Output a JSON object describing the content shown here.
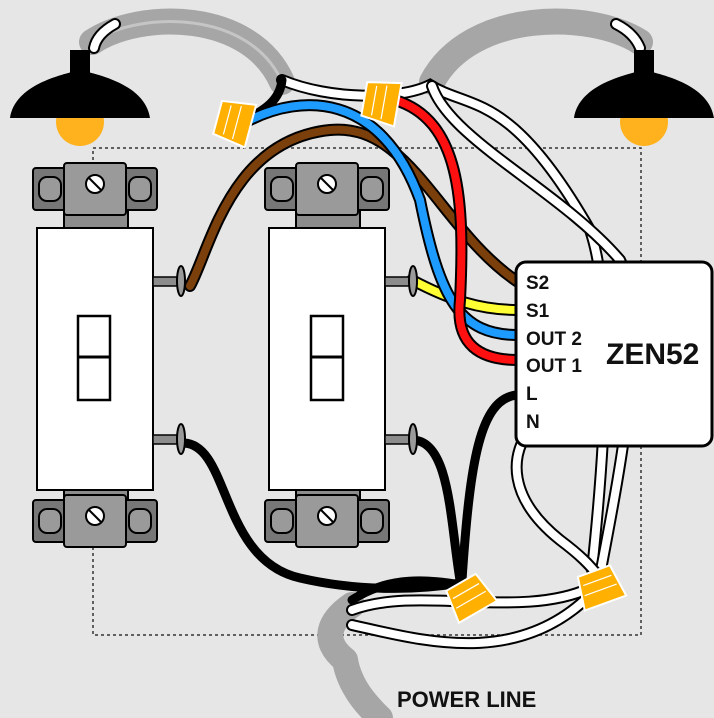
{
  "module": {
    "name": "ZEN52",
    "terminals": [
      "S2",
      "S1",
      "OUT 2",
      "OUT 1",
      "L",
      "N"
    ]
  },
  "footer": {
    "label": "POWER LINE"
  },
  "colors": {
    "background": "#e6e6e6",
    "cable_jacket": "#a6a6a6",
    "wire_neutral": "#ffffff",
    "wire_hot": "#000000",
    "wire_out1": "#ff1010",
    "wire_out2": "#1e9bff",
    "wire_s1": "#ffff33",
    "wire_s2": "#7a3f0a",
    "wire_nut": "#ffb000",
    "lamp_shade": "#000000",
    "lamp_bulb": "#ffb21e",
    "switch_body": "#ffffff",
    "switch_strap": "#8c8c8c"
  },
  "icons": [
    "lamp-icon",
    "wire-nut-icon",
    "toggle-switch-icon",
    "screw-terminal-icon"
  ]
}
